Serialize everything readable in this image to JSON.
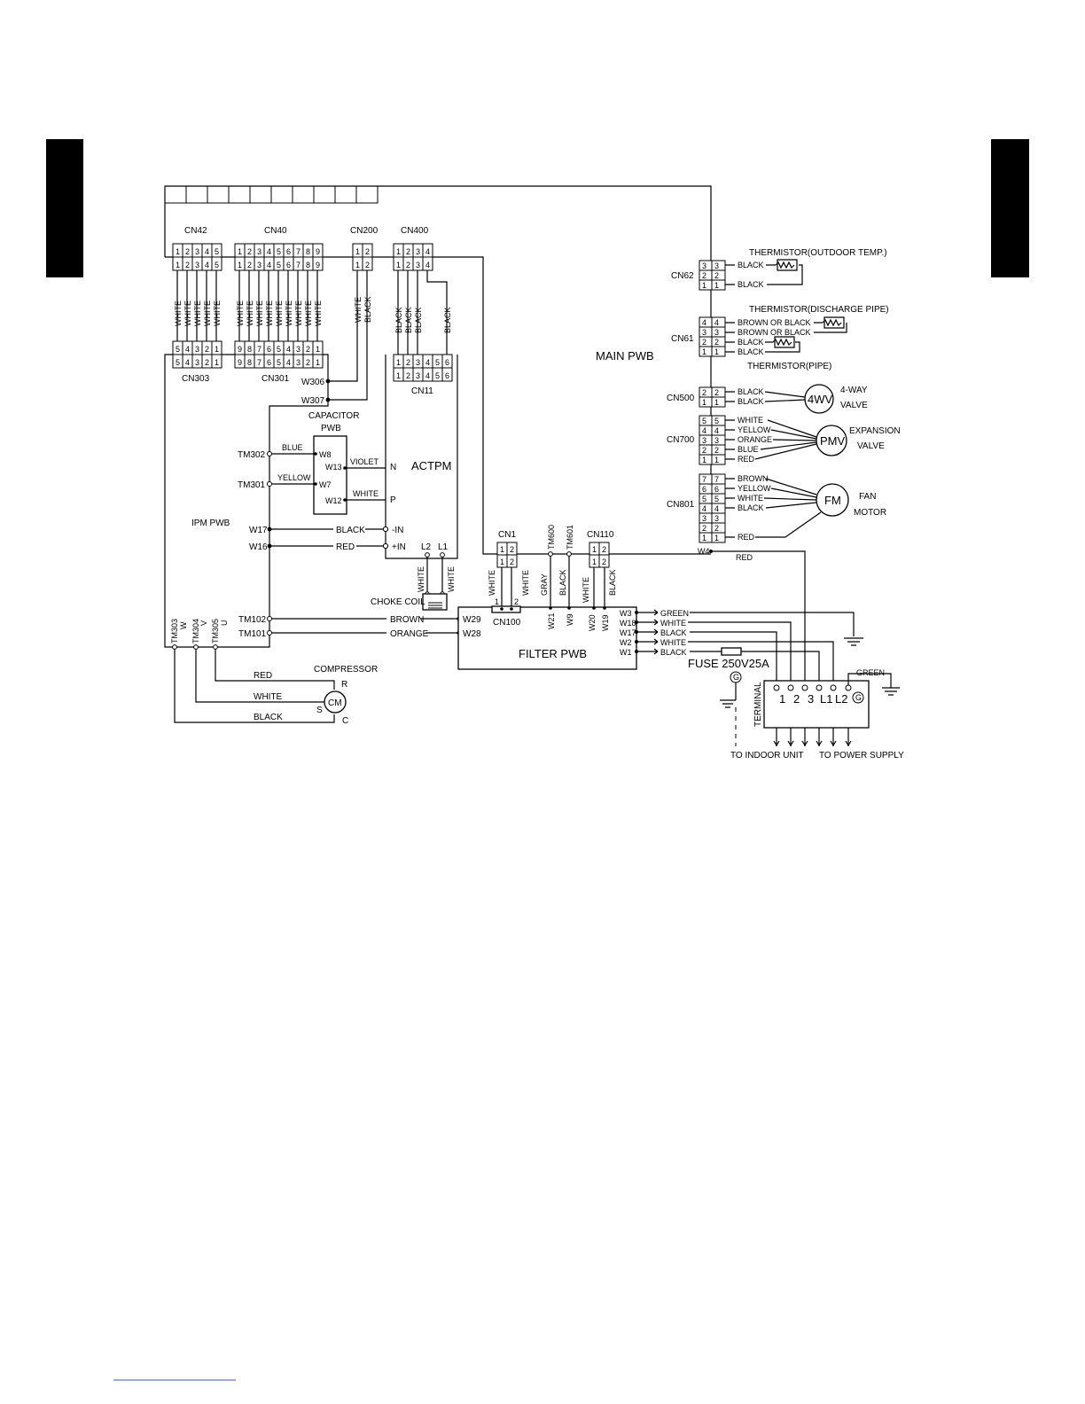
{
  "connectors": {
    "cn42": "CN42",
    "cn40": "CN40",
    "cn200": "CN200",
    "cn400": "CN400",
    "cn303": "CN303",
    "cn301": "CN301",
    "cn11": "CN11",
    "cn62": "CN62",
    "cn61": "CN61",
    "cn500": "CN500",
    "cn700": "CN700",
    "cn801": "CN801",
    "cn1": "CN1",
    "cn110": "CN110",
    "cn100": "CN100"
  },
  "boards": {
    "main": "MAIN PWB",
    "ipm": "IPM PWB",
    "capacitor_1": "CAPACITOR",
    "capacitor_2": "PWB",
    "actpm": "ACTPM",
    "filter": "FILTER PWB"
  },
  "terminals": {
    "w306": "W306",
    "w307": "W307",
    "tm302": "TM302",
    "tm301": "TM301",
    "w17": "W17",
    "w16": "W16",
    "tm102": "TM102",
    "tm101": "TM101",
    "tm303": "TM303",
    "tm304": "TM304",
    "tm305": "TM305",
    "tw": "W",
    "tv": "V",
    "tu": "U",
    "w8": "W8",
    "w13": "W13",
    "w7": "W7",
    "w12": "W12",
    "n": "N",
    "p": "P",
    "in_neg": "-IN",
    "in_pos": "+IN",
    "l2": "L2",
    "l1": "L1",
    "w29": "W29",
    "w28": "W28",
    "w21": "W21",
    "w9": "W9",
    "w20": "W20",
    "w19": "W19",
    "tm600": "TM600",
    "tm601": "TM601",
    "w3": "W3",
    "w18": "W18",
    "w17f": "W17",
    "w2": "W2",
    "w1": "W1",
    "w4": "W4",
    "cn100_1": "1",
    "cn100_2": "2"
  },
  "wires": {
    "white": "WHITE",
    "black": "BLACK",
    "blue": "BLUE",
    "yellow": "YELLOW",
    "violet": "VIOLET",
    "red": "RED",
    "brown": "BROWN",
    "orange": "ORANGE",
    "gray": "GRAY",
    "green": "GREEN",
    "brown_or_black": "BROWN OR BLACK"
  },
  "components": {
    "thermistor_outdoor": "THERMISTOR(OUTDOOR TEMP.)",
    "thermistor_discharge": "THERMISTOR(DISCHARGE PIPE)",
    "thermistor_pipe": "THERMISTOR(PIPE)",
    "fourway": "4WV",
    "fourway_label_1": "4-WAY",
    "fourway_label_2": "VALVE",
    "pmv": "PMV",
    "expansion_label_1": "EXPANSION",
    "expansion_label_2": "VALVE",
    "fm": "FM",
    "fan_label_1": "FAN",
    "fan_label_2": "MOTOR",
    "choke": "CHOKE COIL",
    "compressor": "COMPRESSOR",
    "cm": "CM",
    "comp_r": "R",
    "comp_s": "S",
    "comp_c": "C",
    "fuse": "FUSE 250V25A",
    "terminal": "TERMINAL",
    "ground": "G"
  },
  "terminal_block": [
    "1",
    "2",
    "3",
    "L1",
    "L2"
  ],
  "footer": {
    "indoor": "TO INDOOR UNIT",
    "power": "TO POWER SUPPLY"
  },
  "pins": {
    "p5": [
      "1",
      "2",
      "3",
      "4",
      "5"
    ],
    "p5r": [
      "5",
      "4",
      "3",
      "2",
      "1"
    ],
    "p9": [
      "1",
      "2",
      "3",
      "4",
      "5",
      "6",
      "7",
      "8",
      "9"
    ],
    "p9r": [
      "9",
      "8",
      "7",
      "6",
      "5",
      "4",
      "3",
      "2",
      "1"
    ],
    "p2": [
      "1",
      "2"
    ],
    "p4": [
      "1",
      "2",
      "3",
      "4"
    ],
    "p6": [
      "1",
      "2",
      "3",
      "4",
      "5",
      "6"
    ]
  }
}
